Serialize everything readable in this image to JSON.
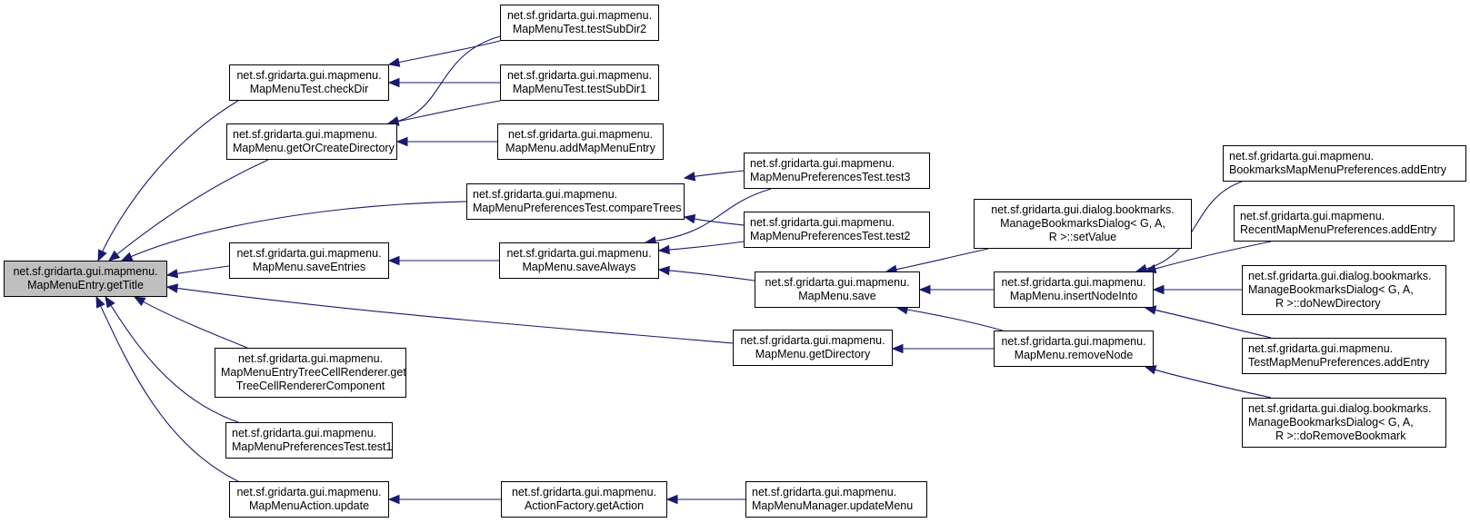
{
  "diagram": {
    "type": "call-graph",
    "edge_color": "#191970",
    "root_fill": "#bfbfbf",
    "nodes": [
      {
        "id": "getTitle",
        "lines": [
          "net.sf.gridarta.gui.mapmenu.",
          "MapMenuEntry.getTitle"
        ],
        "root": true
      },
      {
        "id": "checkDir",
        "lines": [
          "net.sf.gridarta.gui.mapmenu.",
          "MapMenuTest.checkDir"
        ]
      },
      {
        "id": "getOrCreateDirectory",
        "lines": [
          "net.sf.gridarta.gui.mapmenu.",
          "MapMenu.getOrCreateDirectory"
        ]
      },
      {
        "id": "compareTrees",
        "lines": [
          "net.sf.gridarta.gui.mapmenu.",
          "MapMenuPreferencesTest.compareTrees"
        ]
      },
      {
        "id": "saveEntries",
        "lines": [
          "net.sf.gridarta.gui.mapmenu.",
          "MapMenu.saveEntries"
        ]
      },
      {
        "id": "getDirectory",
        "lines": [
          "net.sf.gridarta.gui.mapmenu.",
          "MapMenu.getDirectory"
        ]
      },
      {
        "id": "treeCellRenderer",
        "lines": [
          "net.sf.gridarta.gui.mapmenu.",
          "MapMenuEntryTreeCellRenderer.get",
          "TreeCellRendererComponent"
        ]
      },
      {
        "id": "test1",
        "lines": [
          "net.sf.gridarta.gui.mapmenu.",
          "MapMenuPreferencesTest.test1"
        ]
      },
      {
        "id": "actionUpdate",
        "lines": [
          "net.sf.gridarta.gui.mapmenu.",
          "MapMenuAction.update"
        ]
      },
      {
        "id": "testSubDir2",
        "lines": [
          "net.sf.gridarta.gui.mapmenu.",
          "MapMenuTest.testSubDir2"
        ]
      },
      {
        "id": "testSubDir1",
        "lines": [
          "net.sf.gridarta.gui.mapmenu.",
          "MapMenuTest.testSubDir1"
        ]
      },
      {
        "id": "addMapMenuEntry",
        "lines": [
          "net.sf.gridarta.gui.mapmenu.",
          "MapMenu.addMapMenuEntry"
        ]
      },
      {
        "id": "test3",
        "lines": [
          "net.sf.gridarta.gui.mapmenu.",
          "MapMenuPreferencesTest.test3"
        ]
      },
      {
        "id": "test2",
        "lines": [
          "net.sf.gridarta.gui.mapmenu.",
          "MapMenuPreferencesTest.test2"
        ]
      },
      {
        "id": "saveAlways",
        "lines": [
          "net.sf.gridarta.gui.mapmenu.",
          "MapMenu.saveAlways"
        ]
      },
      {
        "id": "save",
        "lines": [
          "net.sf.gridarta.gui.mapmenu.",
          "MapMenu.save"
        ]
      },
      {
        "id": "getAction",
        "lines": [
          "net.sf.gridarta.gui.mapmenu.",
          "ActionFactory.getAction"
        ]
      },
      {
        "id": "updateMenu",
        "lines": [
          "net.sf.gridarta.gui.mapmenu.",
          "MapMenuManager.updateMenu"
        ]
      },
      {
        "id": "setValue",
        "lines": [
          "net.sf.gridarta.gui.dialog.bookmarks.",
          "ManageBookmarksDialog< G, A,",
          "R >::setValue"
        ]
      },
      {
        "id": "insertNodeInto",
        "lines": [
          "net.sf.gridarta.gui.mapmenu.",
          "MapMenu.insertNodeInto"
        ]
      },
      {
        "id": "removeNode",
        "lines": [
          "net.sf.gridarta.gui.mapmenu.",
          "MapMenu.removeNode"
        ]
      },
      {
        "id": "bookmarksAddEntry",
        "lines": [
          "net.sf.gridarta.gui.mapmenu.",
          "BookmarksMapMenuPreferences.addEntry"
        ]
      },
      {
        "id": "recentAddEntry",
        "lines": [
          "net.sf.gridarta.gui.mapmenu.",
          "RecentMapMenuPreferences.addEntry"
        ]
      },
      {
        "id": "doNewDirectory",
        "lines": [
          "net.sf.gridarta.gui.dialog.bookmarks.",
          "ManageBookmarksDialog< G, A,",
          "R >::doNewDirectory"
        ]
      },
      {
        "id": "testAddEntry",
        "lines": [
          "net.sf.gridarta.gui.mapmenu.",
          "TestMapMenuPreferences.addEntry"
        ]
      },
      {
        "id": "doRemoveBookmark",
        "lines": [
          "net.sf.gridarta.gui.dialog.bookmarks.",
          "ManageBookmarksDialog< G, A,",
          "R >::doRemoveBookmark"
        ]
      }
    ],
    "edges": [
      {
        "from": "checkDir",
        "to": "getTitle"
      },
      {
        "from": "getOrCreateDirectory",
        "to": "getTitle"
      },
      {
        "from": "compareTrees",
        "to": "getTitle"
      },
      {
        "from": "saveEntries",
        "to": "getTitle"
      },
      {
        "from": "getDirectory",
        "to": "getTitle"
      },
      {
        "from": "treeCellRenderer",
        "to": "getTitle"
      },
      {
        "from": "test1",
        "to": "getTitle"
      },
      {
        "from": "actionUpdate",
        "to": "getTitle"
      },
      {
        "from": "testSubDir2",
        "to": "checkDir"
      },
      {
        "from": "testSubDir1",
        "to": "checkDir"
      },
      {
        "from": "testSubDir2",
        "to": "getOrCreateDirectory"
      },
      {
        "from": "testSubDir1",
        "to": "getOrCreateDirectory"
      },
      {
        "from": "addMapMenuEntry",
        "to": "getOrCreateDirectory"
      },
      {
        "from": "test3",
        "to": "compareTrees"
      },
      {
        "from": "test2",
        "to": "compareTrees"
      },
      {
        "from": "saveAlways",
        "to": "saveEntries"
      },
      {
        "from": "test3",
        "to": "saveAlways"
      },
      {
        "from": "test2",
        "to": "saveAlways"
      },
      {
        "from": "save",
        "to": "saveAlways"
      },
      {
        "from": "setValue",
        "to": "save"
      },
      {
        "from": "insertNodeInto",
        "to": "save"
      },
      {
        "from": "removeNode",
        "to": "save"
      },
      {
        "from": "removeNode",
        "to": "getDirectory"
      },
      {
        "from": "bookmarksAddEntry",
        "to": "insertNodeInto"
      },
      {
        "from": "recentAddEntry",
        "to": "insertNodeInto"
      },
      {
        "from": "doNewDirectory",
        "to": "insertNodeInto"
      },
      {
        "from": "testAddEntry",
        "to": "insertNodeInto"
      },
      {
        "from": "doRemoveBookmark",
        "to": "removeNode"
      },
      {
        "from": "getAction",
        "to": "actionUpdate"
      },
      {
        "from": "updateMenu",
        "to": "getAction"
      }
    ]
  }
}
